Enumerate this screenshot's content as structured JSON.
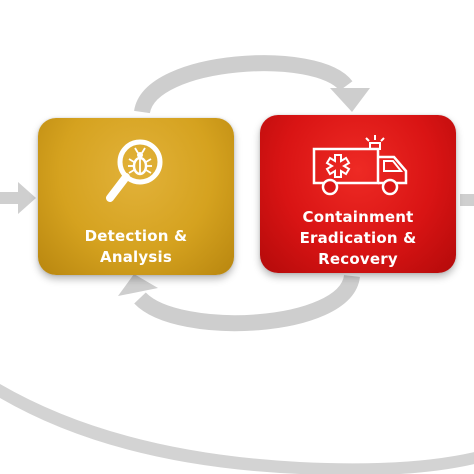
{
  "boxes": {
    "detection": {
      "line1": "Detection &",
      "line2": "Analysis",
      "icon": "magnifier-bug-icon",
      "color": "#d5a21f"
    },
    "containment": {
      "line1": "Containment",
      "line2": "Eradication &",
      "line3": "Recovery",
      "icon": "ambulance-icon",
      "color": "#d91414"
    }
  },
  "arrows": {
    "color": "#cfcfcf"
  }
}
